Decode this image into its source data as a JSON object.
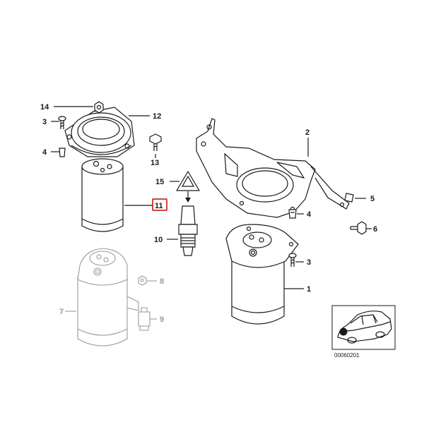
{
  "diagram": {
    "callouts": [
      {
        "id": "c14",
        "label": "14",
        "faded": false,
        "highlighted": false
      },
      {
        "id": "c3a",
        "label": "3",
        "faded": false,
        "highlighted": false
      },
      {
        "id": "c4a",
        "label": "4",
        "faded": false,
        "highlighted": false
      },
      {
        "id": "c12",
        "label": "12",
        "faded": false,
        "highlighted": false
      },
      {
        "id": "c13",
        "label": "13",
        "faded": false,
        "highlighted": false
      },
      {
        "id": "c15",
        "label": "15",
        "faded": false,
        "highlighted": false
      },
      {
        "id": "c11",
        "label": "11",
        "faded": false,
        "highlighted": true
      },
      {
        "id": "c10",
        "label": "10",
        "faded": false,
        "highlighted": false
      },
      {
        "id": "c8",
        "label": "8",
        "faded": true,
        "highlighted": false
      },
      {
        "id": "c7",
        "label": "7",
        "faded": true,
        "highlighted": false
      },
      {
        "id": "c9",
        "label": "9",
        "faded": true,
        "highlighted": false
      },
      {
        "id": "c2",
        "label": "2",
        "faded": false,
        "highlighted": false
      },
      {
        "id": "c5",
        "label": "5",
        "faded": false,
        "highlighted": false
      },
      {
        "id": "c4b",
        "label": "4",
        "faded": false,
        "highlighted": false
      },
      {
        "id": "c6",
        "label": "6",
        "faded": false,
        "highlighted": false
      },
      {
        "id": "c3b",
        "label": "3",
        "faded": false,
        "highlighted": false
      },
      {
        "id": "c1",
        "label": "1",
        "faded": false,
        "highlighted": false
      }
    ],
    "reference_number": "00060201",
    "colors": {
      "line": "#1a1a1a",
      "faded": "#9a9a9a",
      "highlight_box": "#cc0000"
    }
  }
}
